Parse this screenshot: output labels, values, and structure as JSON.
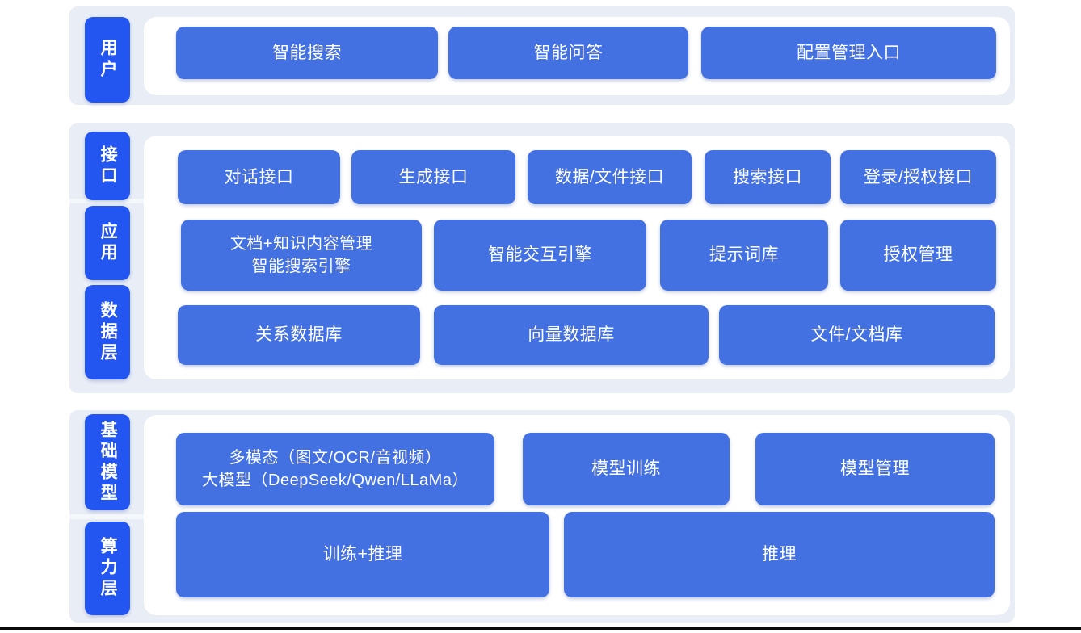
{
  "colors": {
    "layer_label_blue": "#2355f0",
    "node_blue": "#4471e2",
    "section_panel_bg": "#e9edf6",
    "inner_panel_bg": "#ffffff",
    "text_on_blue": "#ffffff",
    "bottom_line": "#0a0a0a"
  },
  "sections": {
    "user": {
      "label": "用户",
      "boxes": {
        "search": "智能搜索",
        "qa": "智能问答",
        "config_entry": "配置管理入口"
      }
    },
    "platform": {
      "labels": {
        "interface": "接口",
        "application": "应用",
        "data": "数据层"
      },
      "interface_row": {
        "dialog": "对话接口",
        "generate": "生成接口",
        "data_file": "数据/文件接口",
        "search": "搜索接口",
        "login_auth": "登录/授权接口"
      },
      "application_row": {
        "doc_knowledge": "文档+知识内容管理\n智能搜索引擎",
        "interaction_engine": "智能交互引擎",
        "prompt_library": "提示词库",
        "auth_management": "授权管理"
      },
      "data_row": {
        "relational_db": "关系数据库",
        "vector_db": "向量数据库",
        "file_doc_store": "文件/文档库"
      }
    },
    "foundation": {
      "labels": {
        "base_model": "基础模型",
        "compute": "算力层"
      },
      "model_row": {
        "multimodal_llm": "多模态（图文/OCR/音视频）\n大模型（DeepSeek/Qwen/LLaMa）",
        "model_training": "模型训练",
        "model_management": "模型管理"
      },
      "compute_row": {
        "train_inference": "训练+推理",
        "inference": "推理"
      }
    }
  }
}
